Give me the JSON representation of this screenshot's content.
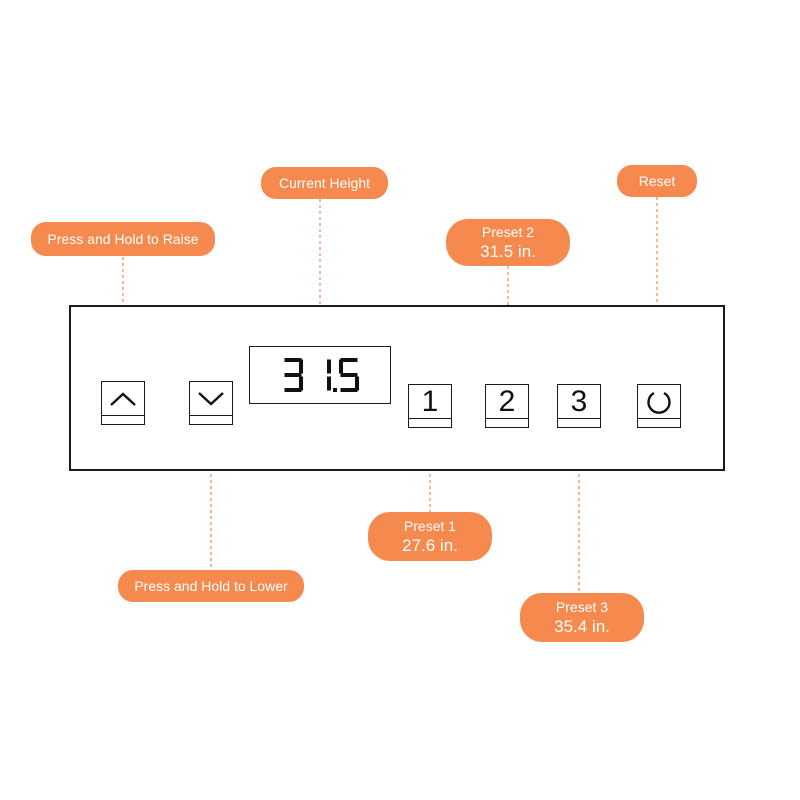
{
  "display": {
    "value": "31.5"
  },
  "buttons": {
    "preset1": "1",
    "preset2": "2",
    "preset3": "3"
  },
  "icons": {
    "raise": "chevron-up-icon",
    "lower": "chevron-down-icon",
    "reset": "reset-circle-icon"
  },
  "callouts": {
    "raise": "Press and Hold to Raise",
    "current_height": "Current Height",
    "preset2": {
      "title": "Preset 2",
      "value": "31.5 in."
    },
    "reset": "Reset",
    "preset1": {
      "title": "Preset 1",
      "value": "27.6 in."
    },
    "lower": "Press and Hold to Lower",
    "preset3": {
      "title": "Preset 3",
      "value": "35.4 in."
    }
  },
  "colors": {
    "accent": "#f5894e",
    "line": "#1a1a1a",
    "display_segment": "#111111"
  }
}
